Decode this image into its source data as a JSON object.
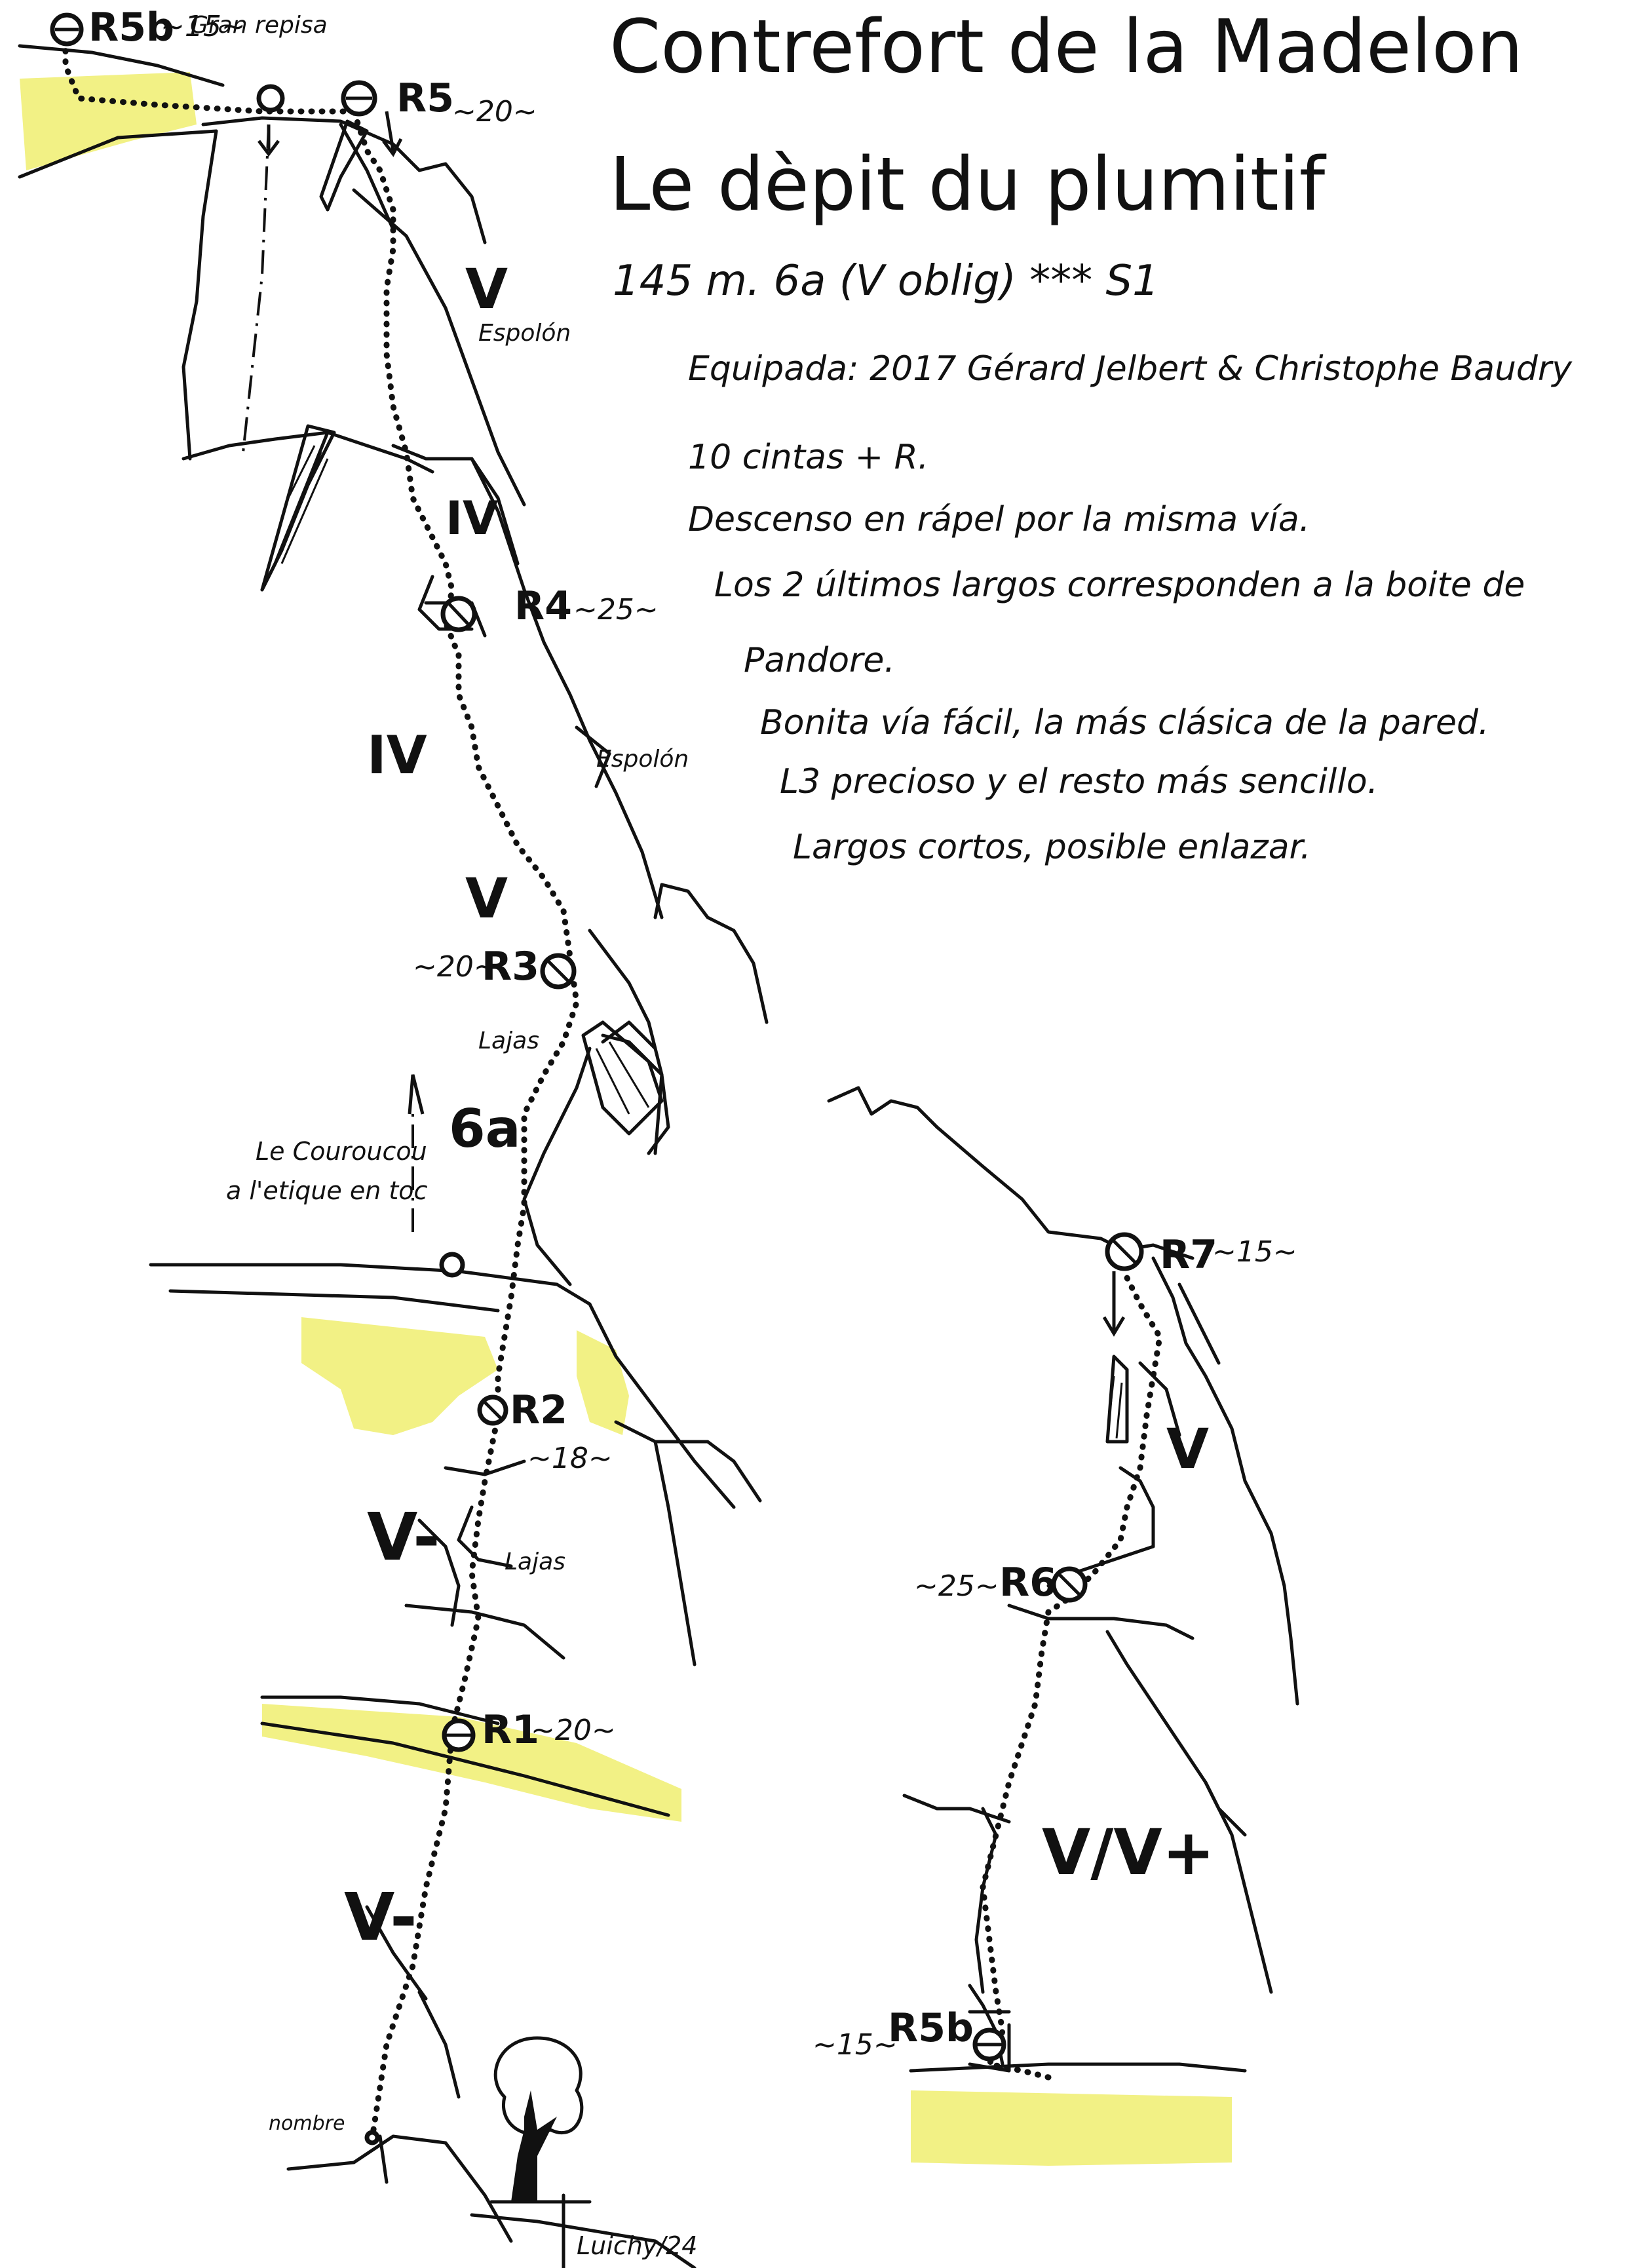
{
  "header": {
    "crag": "Contrefort de la Madelon",
    "route_name": "Le dèpit du plumitif",
    "summary": "145 m. 6a (V oblig) *** S1"
  },
  "notes": [
    "Equipada: 2017 Gérard Jelbert & Christophe Baudry",
    "10 cintas + R.",
    "Descenso en rápel por la misma vía.",
    "Los 2 últimos largos corresponden a la boite de",
    "Pandore.",
    "Bonita vía fácil, la más clásica de la pared.",
    "L3 precioso y el resto más sencillo.",
    "Largos cortos, posible enlazar."
  ],
  "belays": {
    "r1": {
      "label": "R1",
      "length": "~20~"
    },
    "r2": {
      "label": "R2",
      "length": "~18~"
    },
    "r3": {
      "label": "R3",
      "length": "~20~"
    },
    "r4": {
      "label": "R4",
      "length": "~25~"
    },
    "r5": {
      "label": "R5",
      "length": "~20~"
    },
    "r5b_top": {
      "label": "R5b",
      "length": "~15~"
    },
    "r5b_right": {
      "label": "R5b",
      "length": "~15~"
    },
    "r6": {
      "label": "R6",
      "length": "~25~"
    },
    "r7": {
      "label": "R7",
      "length": "~15~"
    }
  },
  "grades": {
    "l1": "V-",
    "l2": "V-",
    "l3": "6a",
    "l4": "V",
    "l5": "IV",
    "l6": "IV",
    "l7": "V",
    "l8": "V/V+",
    "l9": "V"
  },
  "features": {
    "espolon_1": "Espolón",
    "espolon_2": "Espolón",
    "lajas_1": "Lajas",
    "lajas_2": "Lajas",
    "gran_repisa": "Gran repisa",
    "le_couroucou": "Le Couroucou",
    "couroucou_grade": "a l'etique en toc",
    "start_name": "nombre",
    "signature": "Luichy/24"
  },
  "colors": {
    "ink": "#111111",
    "vegetation": "#f0ee70",
    "paper": "#ffffff"
  }
}
